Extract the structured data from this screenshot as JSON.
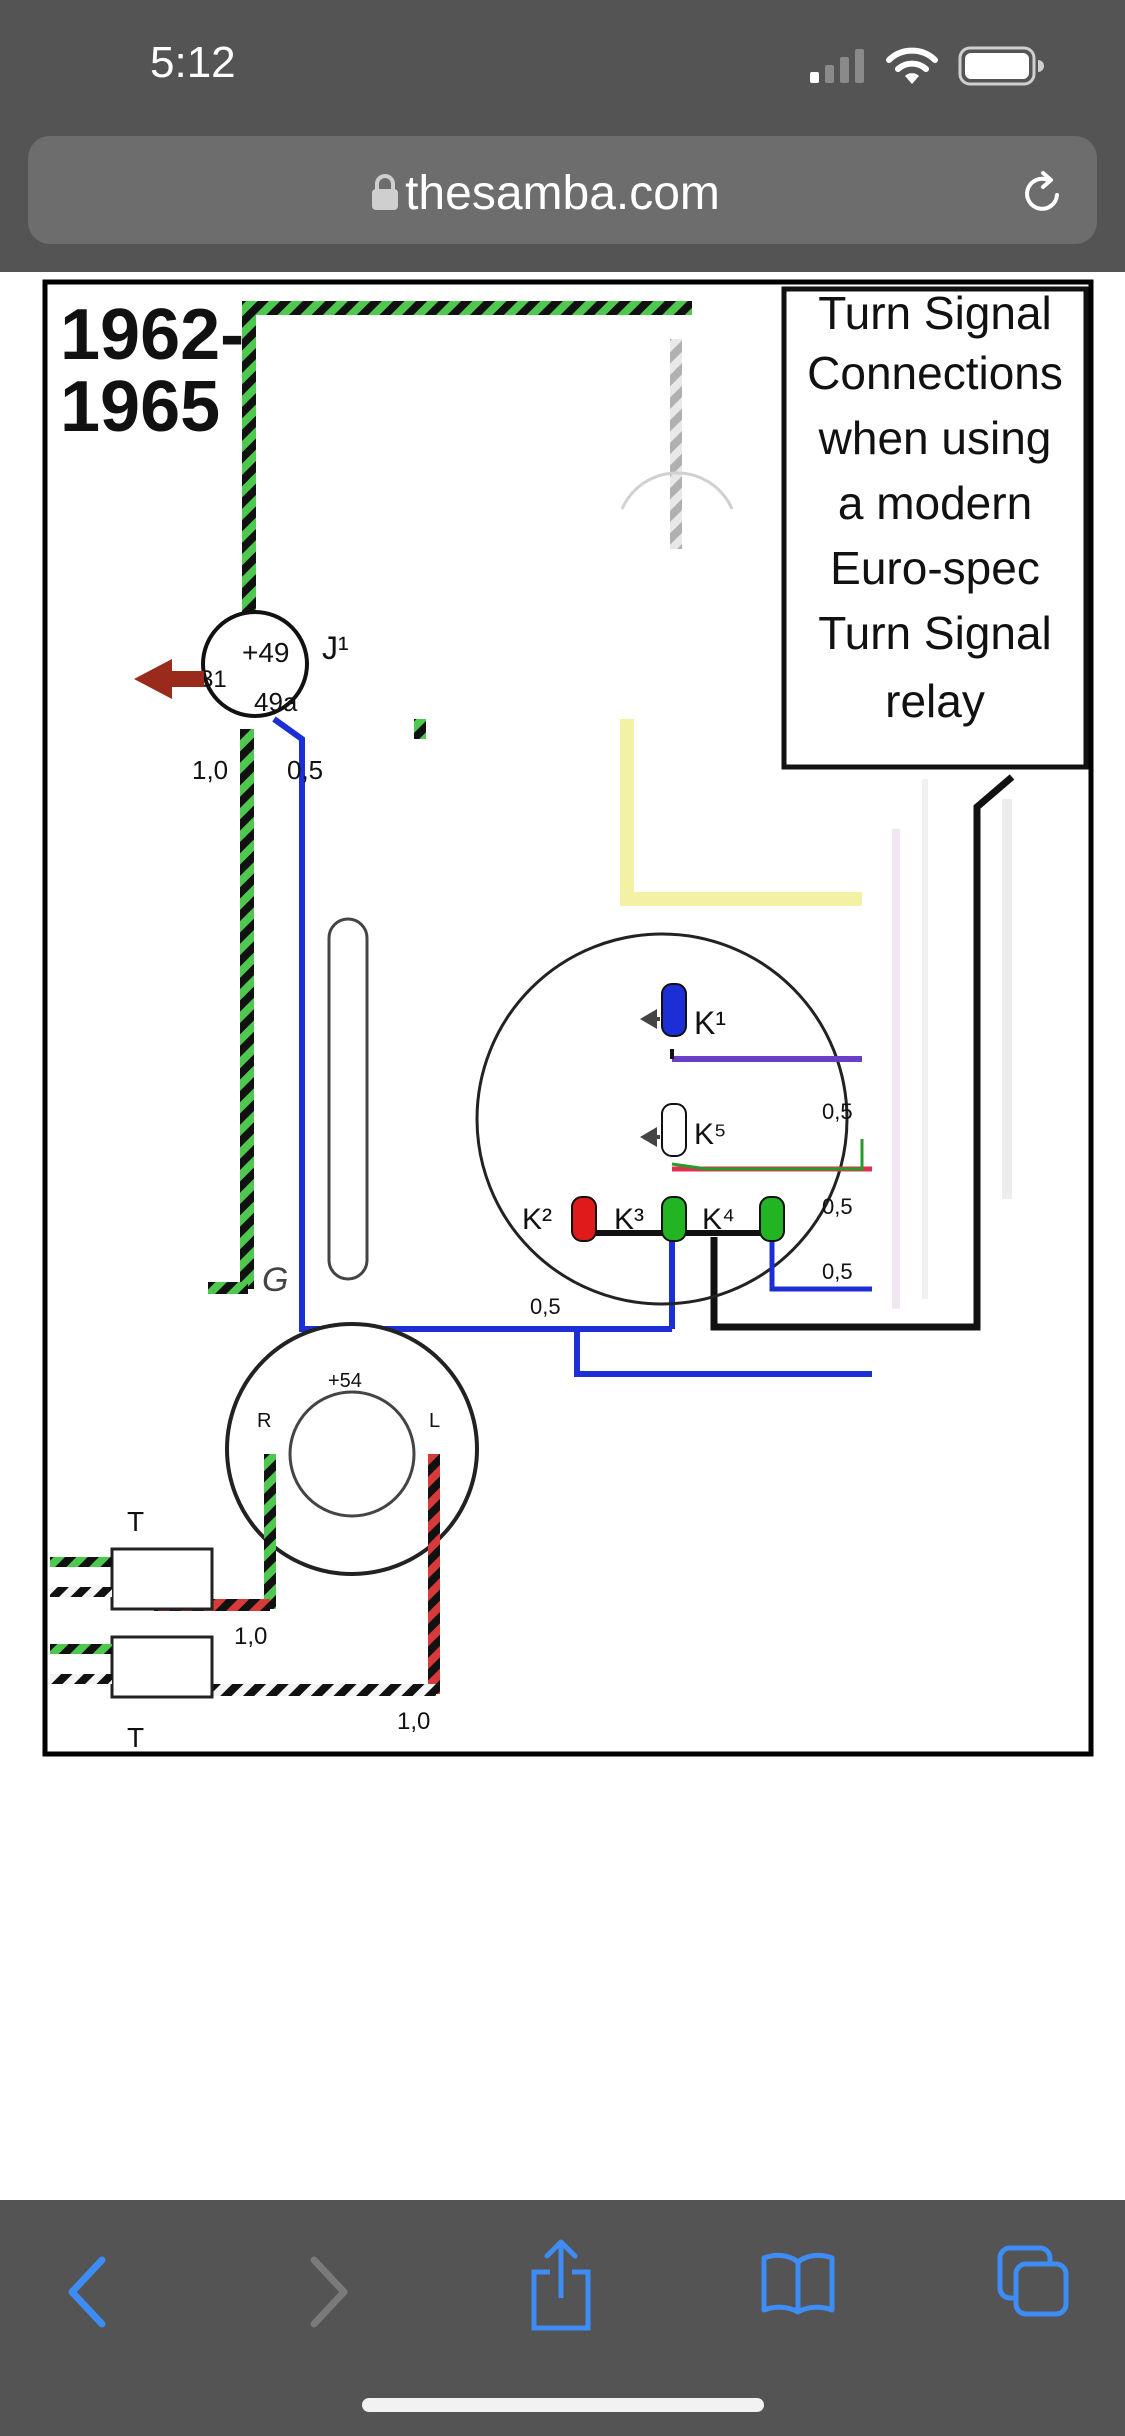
{
  "status": {
    "time": "5:12"
  },
  "browser": {
    "url": "thesamba.com"
  },
  "diagram": {
    "years": [
      "1962-",
      "1965"
    ],
    "note": [
      "Turn Signal",
      "Connections",
      "when using",
      "a modern",
      "Euro-spec",
      "Turn Signal",
      "relay"
    ],
    "relay_labels": {
      "p49": "+49",
      "p31": "31",
      "p49a": "49a",
      "j": "J¹"
    },
    "wire_labels": {
      "w10a": "1,0",
      "w05a": "0,5",
      "w05b": "0,5",
      "w05c": "0,5",
      "w05d": "0,5",
      "w05e": "0,5",
      "w10b": "1,0",
      "w10c": "1,0"
    },
    "switch_labels": {
      "g": "G",
      "p54": "+54",
      "r": "R",
      "l": "L",
      "t1": "T",
      "t2": "T"
    },
    "lamp_labels": {
      "k1": "K¹",
      "k5": "K⁵",
      "k2": "K²",
      "k3": "K³",
      "k4": "K⁴"
    },
    "colors": {
      "blue": "#1c2fd6",
      "red": "#e01a1a",
      "green": "#22b422",
      "brown": "#9a2a1c",
      "yellow": "#f2ef9a"
    }
  },
  "toolbar": {
    "back": "back-icon",
    "forward": "forward-icon",
    "share": "share-icon",
    "bookmarks": "book-icon",
    "tabs": "tabs-icon"
  }
}
